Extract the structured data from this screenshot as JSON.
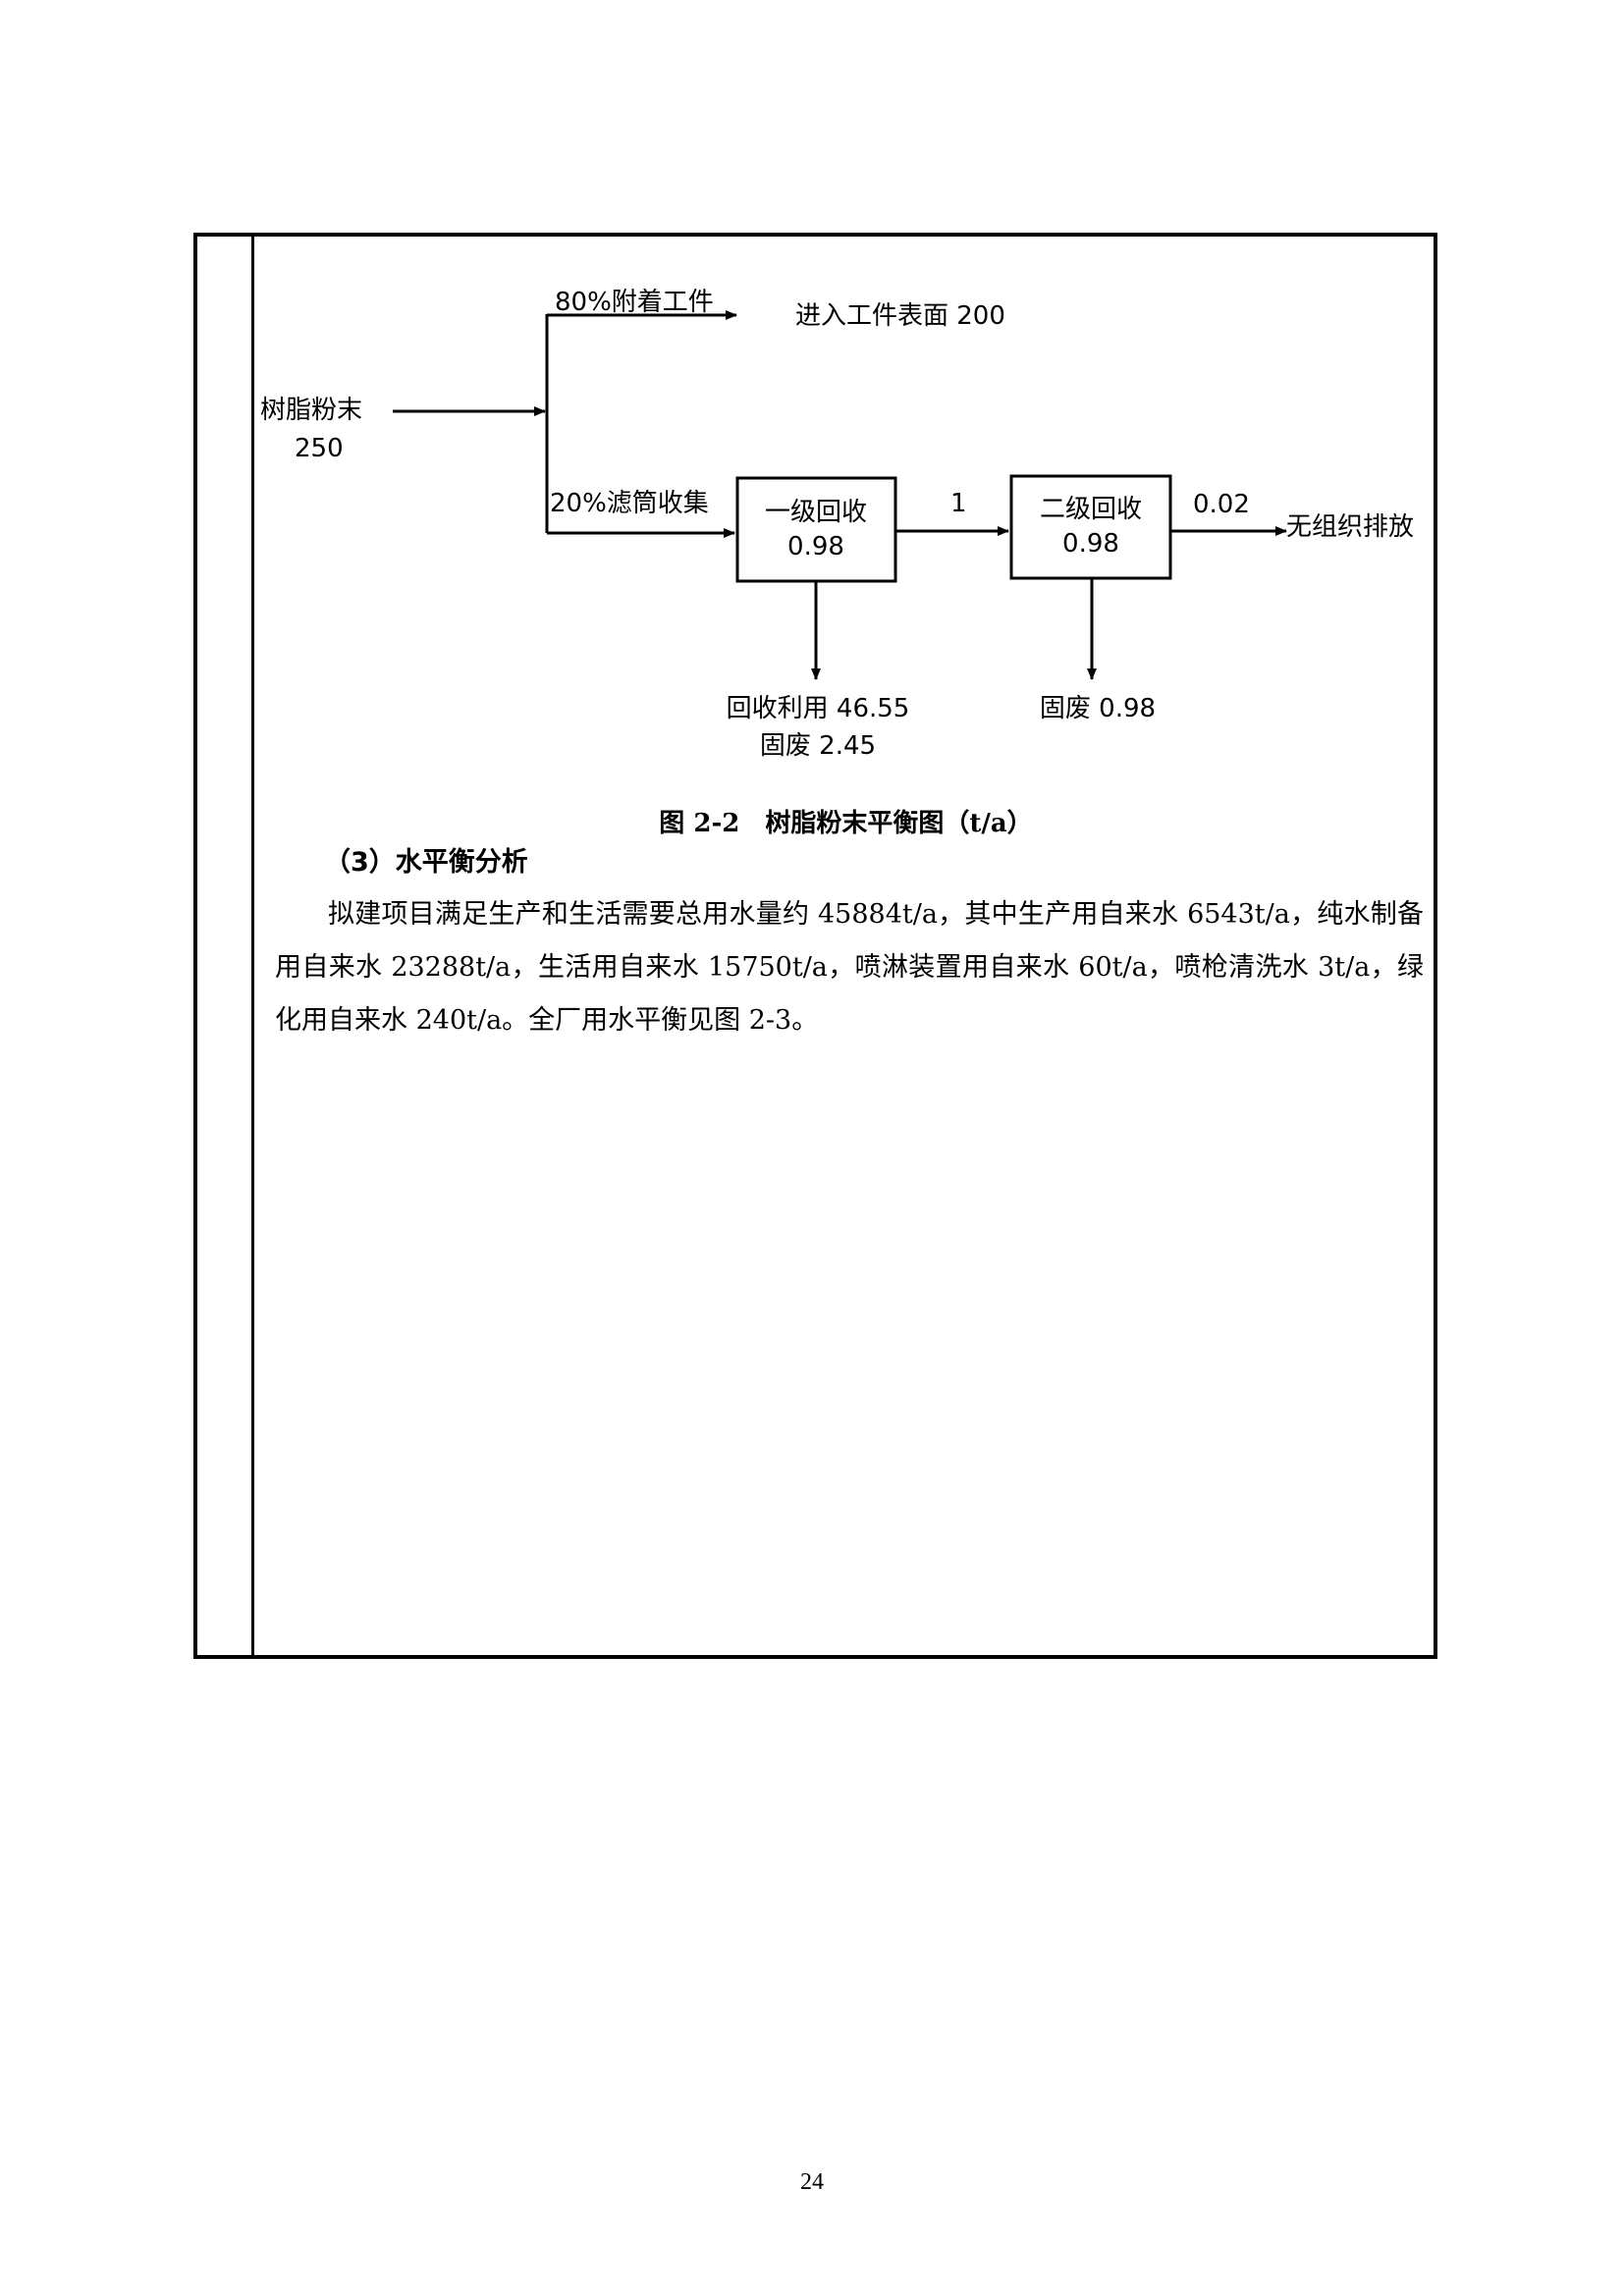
{
  "diagram": {
    "input_label": "树脂粉末",
    "input_value": "250",
    "branch_top_label": "80%附着工件",
    "branch_top_result": "进入工件表面 200",
    "branch_bottom_label": "20%滤筒收集",
    "stage1_title": "一级回收",
    "stage1_value": "0.98",
    "link_value": "1",
    "stage2_title": "二级回收",
    "stage2_value": "0.98",
    "output_value": "0.02",
    "output_label": "无组织排放",
    "stage1_out_line1": "回收利用 46.55",
    "stage1_out_line2": "固废 2.45",
    "stage2_out": "固废 0.98"
  },
  "caption": "图 2-2　树脂粉末平衡图（t/a）",
  "section_heading": "（3）水平衡分析",
  "paragraph": "拟建项目满足生产和生活需要总用水量约 45884t/a，其中生产用自来水 6543t/a，纯水制备用自来水 23288t/a，生活用自来水 15750t/a，喷淋装置用自来水 60t/a，喷枪清洗水 3t/a，绿化用自来水 240t/a。全厂用水平衡见图 2-3。",
  "page_number": "24"
}
